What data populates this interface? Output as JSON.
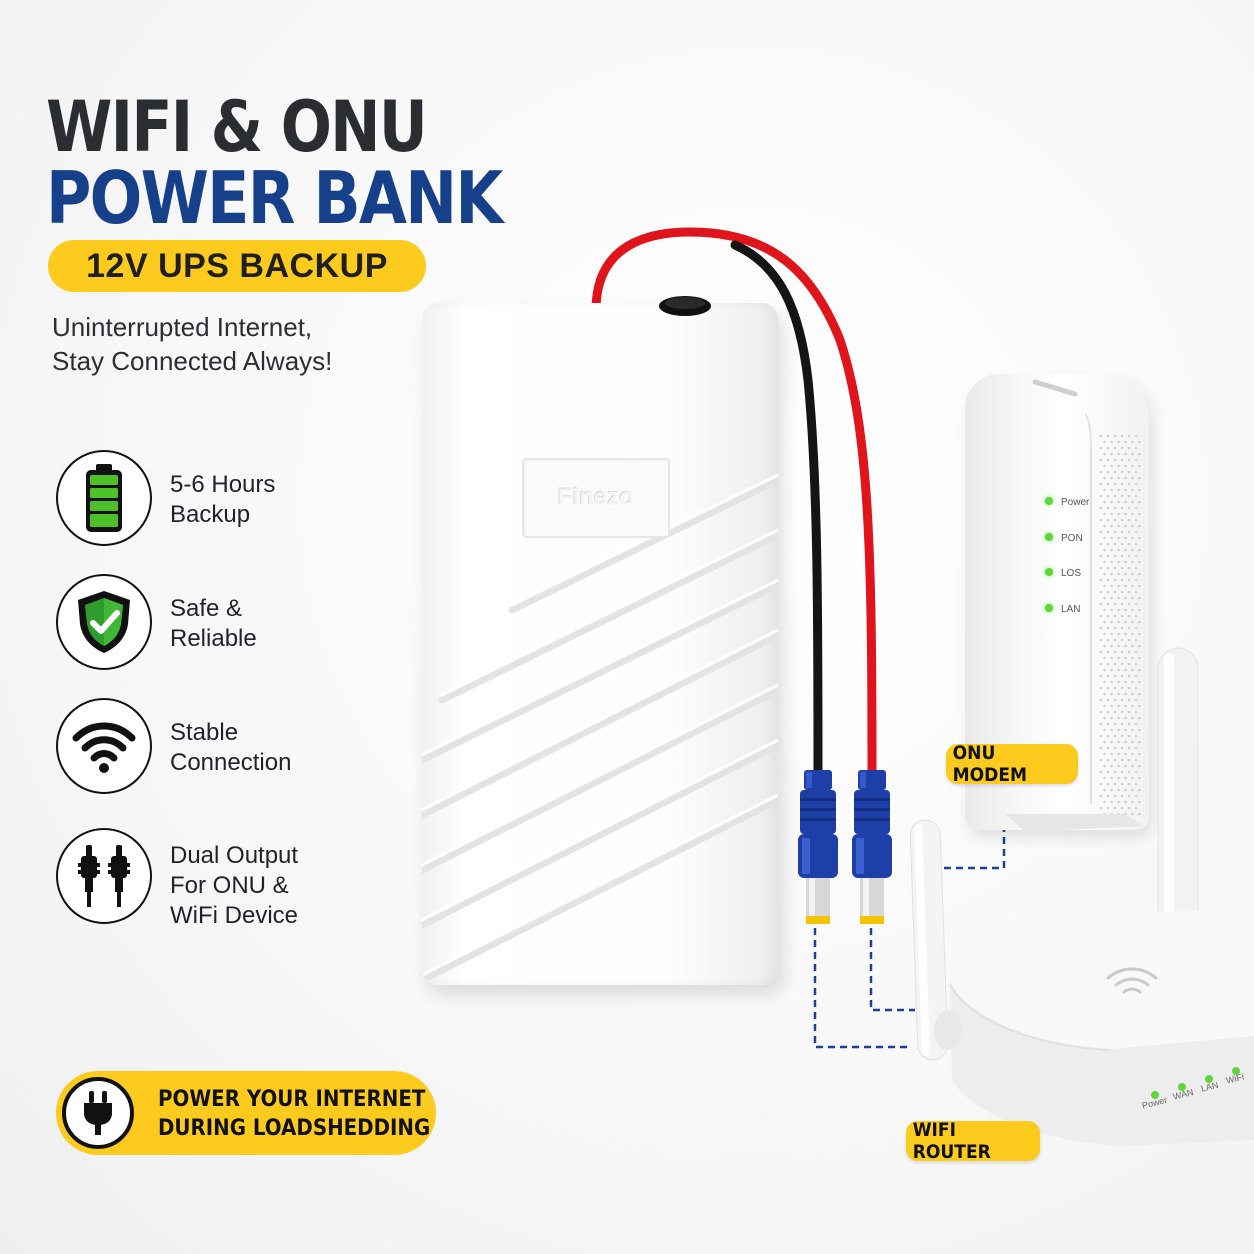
{
  "headline": {
    "line1": "WIFI & ONU",
    "line2": "POWER BANK",
    "badge": "12V UPS BACKUP"
  },
  "tagline": {
    "line1": "Uninterrupted Internet,",
    "line2": "Stay Connected Always!"
  },
  "features": [
    {
      "icon": "battery-icon",
      "line1": "5-6 Hours",
      "line2": "Backup"
    },
    {
      "icon": "shield-check-icon",
      "line1": "Safe &",
      "line2": "Reliable"
    },
    {
      "icon": "wifi-icon",
      "line1": "Stable",
      "line2": "Connection"
    },
    {
      "icon": "dc-plug-icon",
      "line1": "Dual Output",
      "line2": "For ONU &",
      "line3": "WiFi Device"
    }
  ],
  "bottom_badge": {
    "line1": "POWER YOUR INTERNET",
    "line2": "DURING LOADSHEDDING"
  },
  "product": {
    "brand": "Finezo"
  },
  "onu_modem": {
    "label": "ONU MODEM",
    "leds": [
      "Power",
      "PON",
      "LOS",
      "LAN"
    ]
  },
  "wifi_router": {
    "label": "WIFI ROUTER",
    "leds": [
      "Power",
      "WAN",
      "LAN",
      "WiFi"
    ]
  },
  "colors": {
    "brand_blue": "#16418a",
    "accent_yellow": "#fccb1e",
    "cable_red": "#e0141b",
    "connector_blue": "#1f3fa8",
    "led_green": "#5fd43b"
  }
}
